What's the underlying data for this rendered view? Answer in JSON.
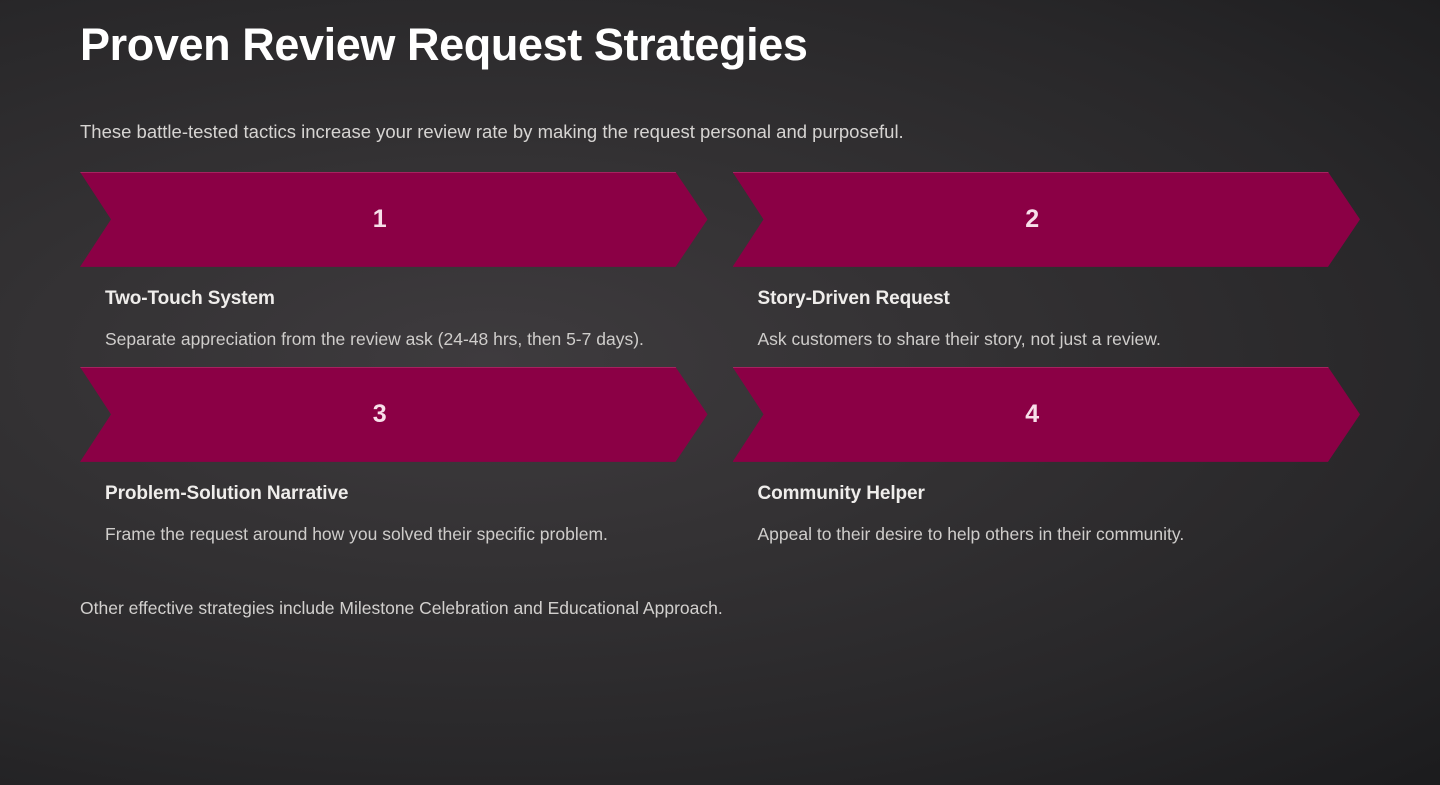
{
  "header": {
    "title": "Proven Review Request Strategies",
    "subtitle": "These battle-tested tactics increase your review rate by making the request personal and purposeful."
  },
  "strategies": [
    {
      "number": "1",
      "title": "Two-Touch System",
      "description": "Separate appreciation from the review ask (24-48 hrs, then 5-7 days)."
    },
    {
      "number": "2",
      "title": "Story-Driven Request",
      "description": "Ask customers to share their story, not just a review."
    },
    {
      "number": "3",
      "title": "Problem-Solution Narrative",
      "description": "Frame the request around how you solved their specific problem."
    },
    {
      "number": "4",
      "title": "Community Helper",
      "description": "Appeal to their desire to help others in their community."
    }
  ],
  "footer": {
    "note": "Other effective strategies include Milestone Celebration and Educational Approach."
  },
  "colors": {
    "accent": "#8b0045",
    "accent_edge": "#a6225f",
    "number_text": "#f7dfe9",
    "background_dark": "#1b1b1d",
    "background_center": "#3e3b3e",
    "title_text": "#ffffff",
    "body_text": "#cfcdcb"
  }
}
